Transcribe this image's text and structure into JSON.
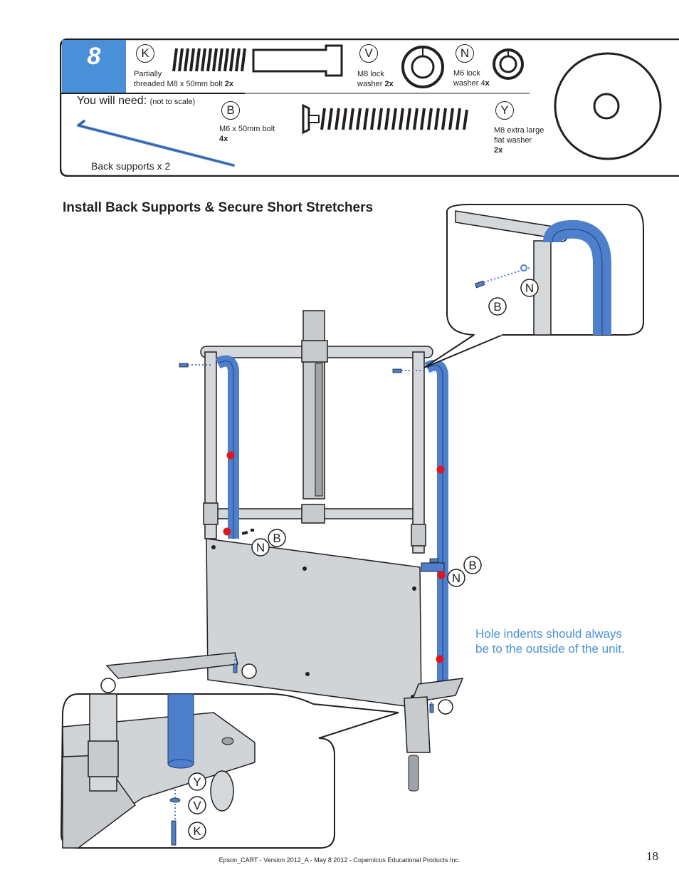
{
  "step": {
    "number": "8"
  },
  "parts": {
    "k": {
      "letter": "K",
      "line1": "Partially",
      "line2": "threaded M8 x 50mm bolt",
      "qty": "2x"
    },
    "v": {
      "letter": "V",
      "line1": "M8 lock",
      "line2": "washer",
      "qty": "2x"
    },
    "n": {
      "letter": "N",
      "line1": "M6 lock",
      "line2": "washer 4",
      "qty": "x"
    },
    "b": {
      "letter": "B",
      "line1": "M6 x 50mm bolt",
      "qty": "4x"
    },
    "y": {
      "letter": "Y",
      "line1": "M8 extra large",
      "line2": "flat washer",
      "qty": "2x"
    }
  },
  "you_will_need": {
    "label": "You will need:",
    "note": "(not to scale)"
  },
  "back_supports": {
    "label": "Back supports x 2"
  },
  "main": {
    "title": "Install Back Supports & Secure Short Stretchers"
  },
  "callouts": {
    "top_n": "N",
    "top_b": "B",
    "left_n": "N",
    "left_b": "B",
    "right_n": "N",
    "right_b": "B",
    "bottom_y": "Y",
    "bottom_v": "V",
    "bottom_k": "K"
  },
  "note": {
    "text": "Hole indents should always be to the outside of the unit."
  },
  "footer": {
    "text": "Epson_CART - Version 2012_A - May 8 2012 - Copernicus Educational Products Inc."
  },
  "page": {
    "number": "18"
  },
  "colors": {
    "accent_blue": "#4a90d9",
    "tube_blue": "#4d7fcc",
    "frame_grey": "#bfc3c7",
    "marker_red": "#e0161d"
  }
}
